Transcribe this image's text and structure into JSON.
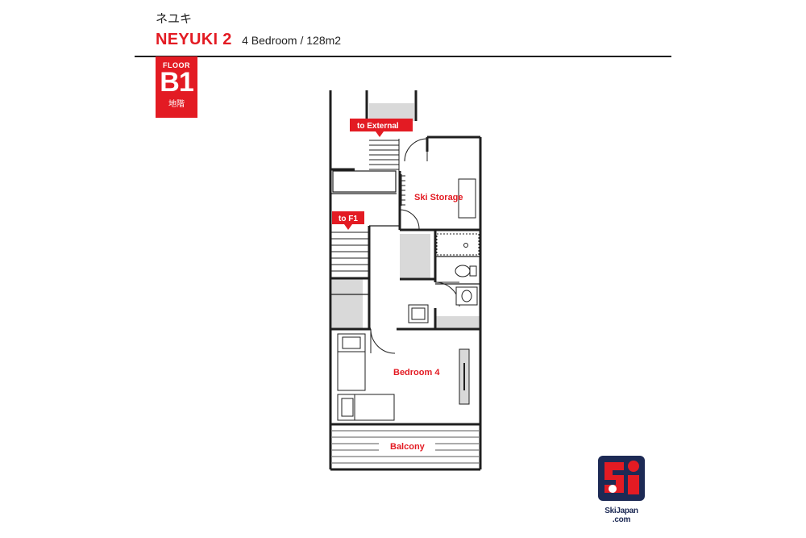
{
  "header": {
    "japanese_name": "ネユキ",
    "property_name": "NEYUKI 2",
    "subtitle": "4 Bedroom / 128m2"
  },
  "floor_badge": {
    "label": "FLOOR",
    "code": "B1",
    "japanese": "地階"
  },
  "rooms": {
    "ski_storage": "Ski Storage",
    "bedroom_4": "Bedroom 4",
    "balcony": "Balcony"
  },
  "tags": {
    "to_external": "to External",
    "to_f1": "to F1"
  },
  "logo": {
    "line1": "SkiJapan",
    "line2": ".com"
  },
  "colors": {
    "accent_red": "#e31b23",
    "wall": "#1f1f1f",
    "fixture_gray": "#d9d9d9",
    "logo_navy": "#1d2a55"
  }
}
